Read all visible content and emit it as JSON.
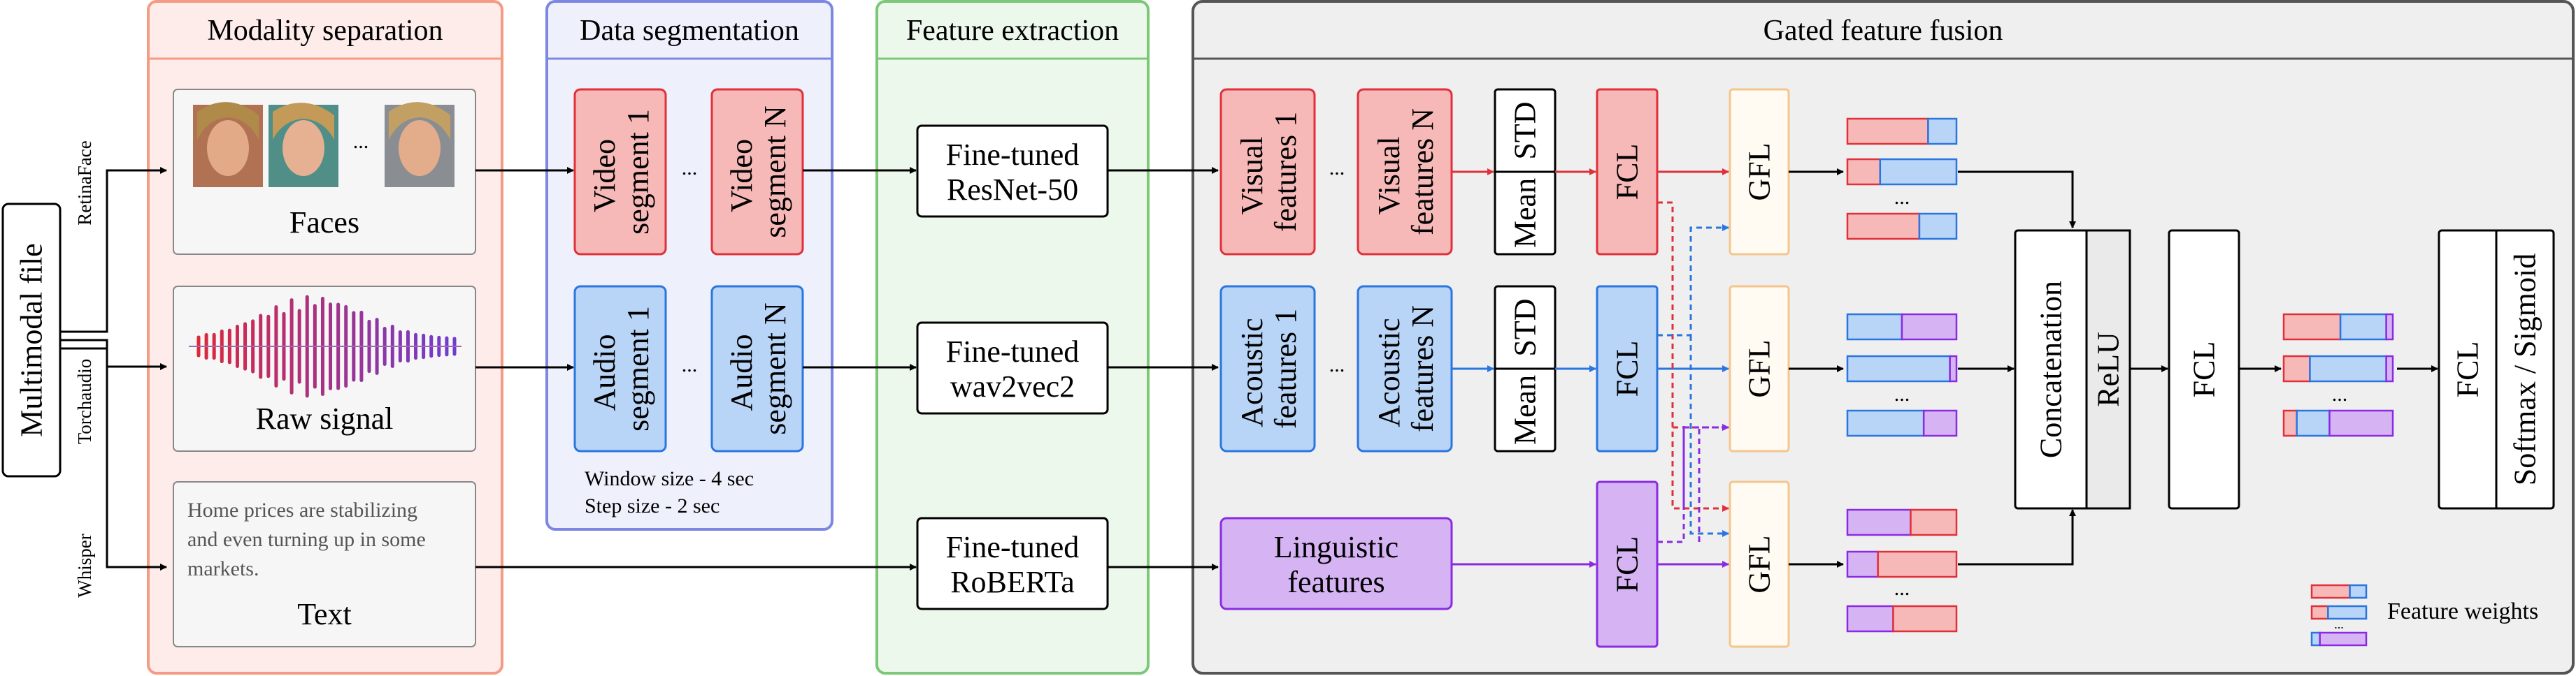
{
  "colors": {
    "visual": "#e0303a",
    "audio": "#2a76e0",
    "text": "#8a2be2",
    "red_fill": "#f7b8b8",
    "blue_fill": "#b8d4f6",
    "purple_fill": "#d6b4f4",
    "ms_bg": "#fdecea",
    "ms_border": "#f59a83",
    "ds_bg": "#eef0fb",
    "ds_border": "#7d87e3",
    "fe_bg": "#edf8ec",
    "fe_border": "#7cc878",
    "gff_bg": "#efefef",
    "gfl_border": "#f5c58e"
  },
  "icons": [
    "face-thumbnail-icon",
    "waveform-icon"
  ],
  "panels": {
    "modality": "Modality separation",
    "segmentation": "Data segmentation",
    "extraction": "Feature extraction",
    "fusion": "Gated feature fusion"
  },
  "input": {
    "file": "Multimodal file",
    "retinaface": "RetinaFace",
    "torchaudio": "Torchaudio",
    "whisper": "Whisper"
  },
  "modality": {
    "faces": "Faces",
    "raw_signal": "Raw signal",
    "text": "Text",
    "text_sample": [
      "Home prices are stabilizing",
      "and even turning up in some",
      "markets."
    ],
    "ellipsis": "..."
  },
  "segmentation": {
    "video_1": [
      "Video",
      "segment 1"
    ],
    "video_n": [
      "Video",
      "segment N"
    ],
    "audio_1": [
      "Audio",
      "segment 1"
    ],
    "audio_n": [
      "Audio",
      "segment N"
    ],
    "ellipsis": "...",
    "window": "Window size - 4 sec",
    "step": "Step size - 2 sec"
  },
  "extraction": {
    "resnet": [
      "Fine-tuned",
      "ResNet-50"
    ],
    "wav2vec": [
      "Fine-tuned",
      "wav2vec2"
    ],
    "roberta": [
      "Fine-tuned",
      "RoBERTa"
    ]
  },
  "fusion": {
    "visual_1": [
      "Visual",
      "features 1"
    ],
    "visual_n": [
      "Visual",
      "features N"
    ],
    "acoustic_1": [
      "Acoustic",
      "features 1"
    ],
    "acoustic_n": [
      "Acoustic",
      "features N"
    ],
    "linguistic": [
      "Linguistic",
      "features"
    ],
    "mean": "Mean",
    "std": "STD",
    "fcl": "FCL",
    "gfl": "GFL",
    "ellipsis": "...",
    "concatenation": "Concatenation",
    "relu": "ReLU",
    "fcl2": "FCL",
    "fcl3": "FCL",
    "softmax": "Softmax / Sigmoid",
    "legend": "Feature weights"
  }
}
